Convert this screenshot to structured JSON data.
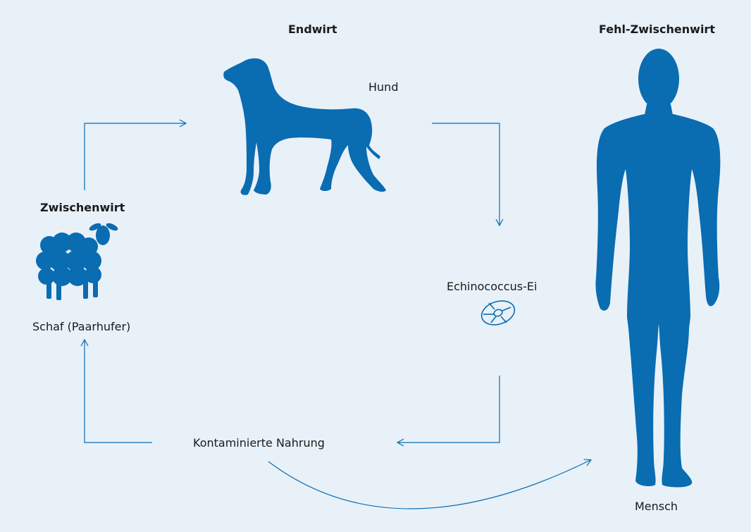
{
  "labels": {
    "endwirt": "Endwirt",
    "hund": "Hund",
    "fehl_zwischenwirt": "Fehl-Zwischenwirt",
    "zwischenwirt": "Zwischenwirt",
    "schaf": "Schaf (Paarhufer)",
    "echinococcus_ei": "Echinococcus-Ei",
    "kontaminierte_nahrung": "Kontaminierte Nahrung",
    "mensch": "Mensch"
  },
  "colors": {
    "background": "#e8f1f8",
    "silhouette": "#0a6cb1",
    "arrow": "#0a6cb1",
    "text": "#1a1a1a"
  },
  "icons": [
    "dog-silhouette-icon",
    "sheep-silhouette-icon",
    "human-silhouette-icon",
    "egg-icon"
  ]
}
